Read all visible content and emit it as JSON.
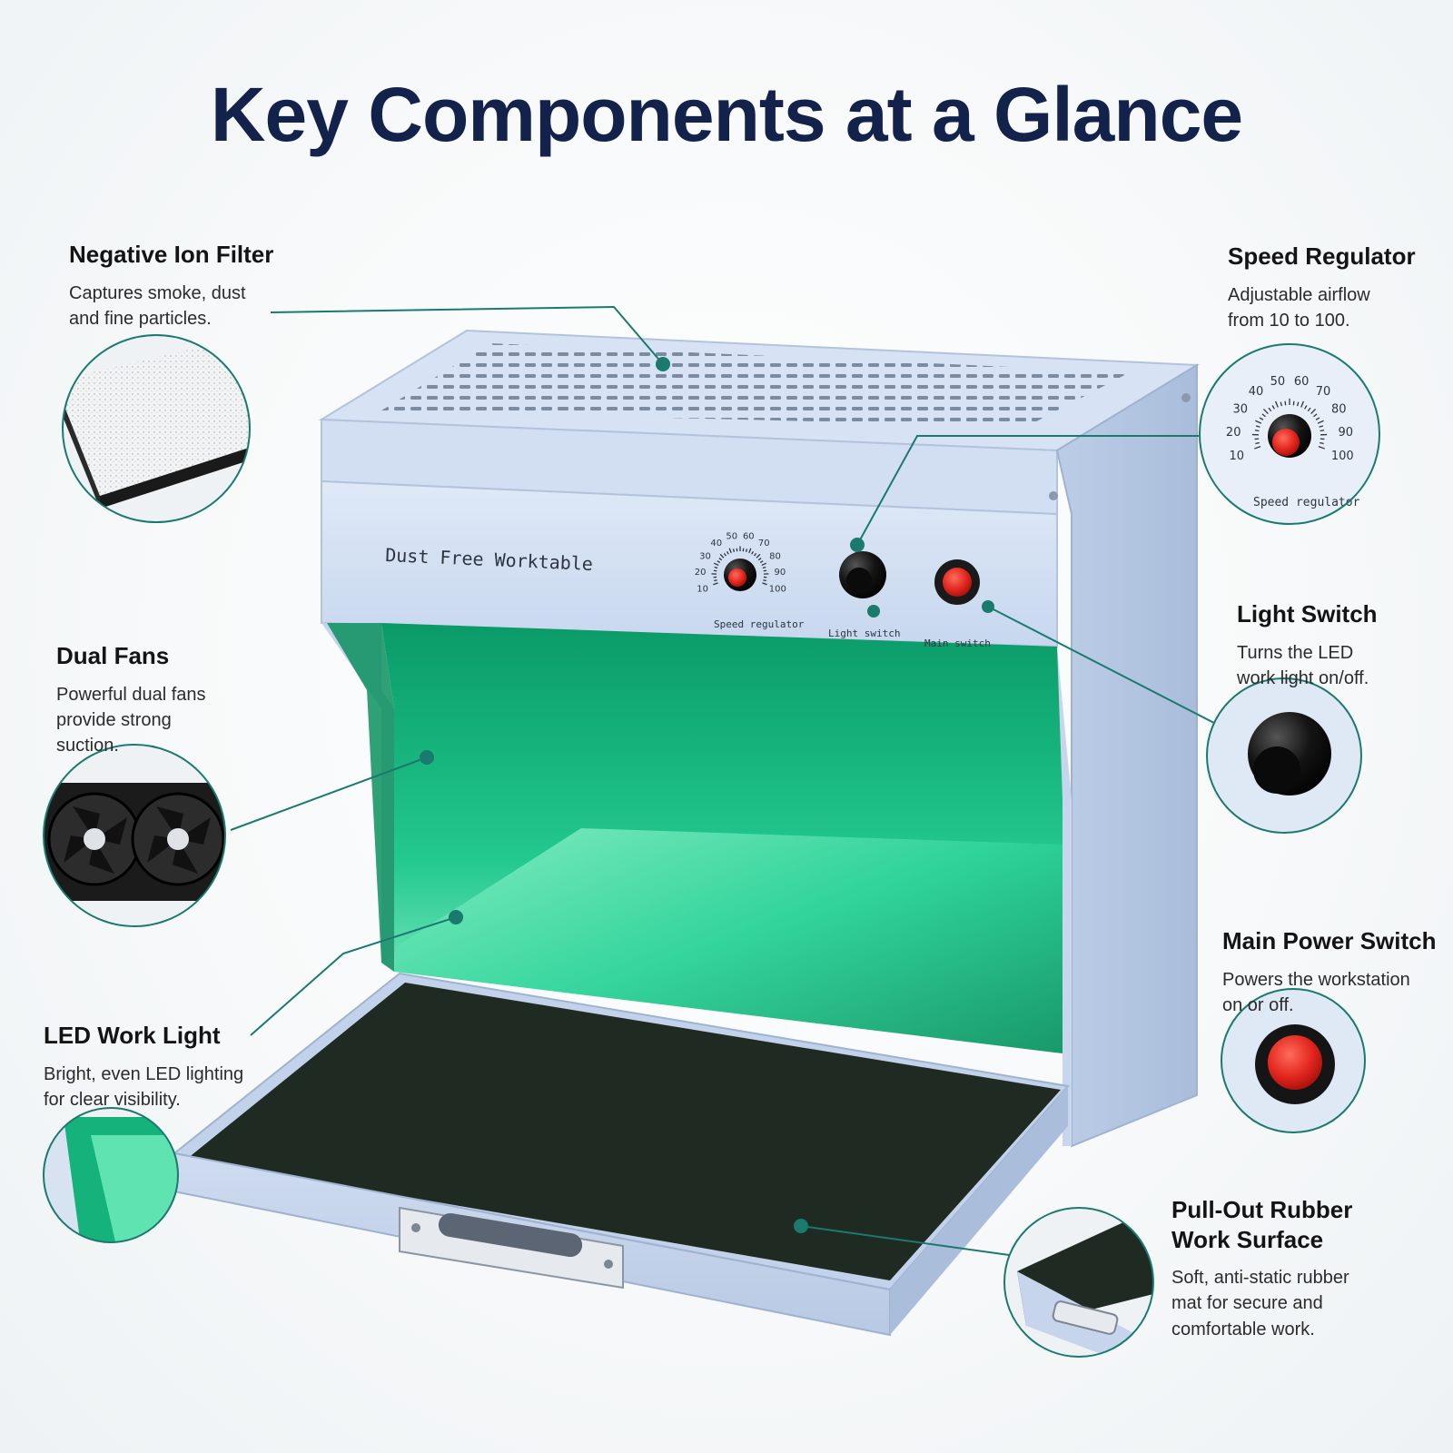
{
  "title": "Key Components at a Glance",
  "panel": {
    "brand": "Dust Free Worktable",
    "speed_label": "Speed regulator",
    "light_label": "Light switch",
    "main_label": "Main switch",
    "dial_ticks": [
      "10",
      "20",
      "30",
      "40",
      "50",
      "60",
      "70",
      "80",
      "90",
      "100"
    ]
  },
  "callouts": {
    "filter": {
      "title": "Negative Ion Filter",
      "desc": "Captures smoke, dust\nand fine particles."
    },
    "fans": {
      "title": "Dual Fans",
      "desc": "Powerful dual fans\nprovide strong\nsuction."
    },
    "led": {
      "title": "LED Work Light",
      "desc": "Bright, even LED lighting\nfor clear visibility."
    },
    "speed": {
      "title": "Speed Regulator",
      "desc": "Adjustable airflow\nfrom 10 to 100."
    },
    "light": {
      "title": "Light Switch",
      "desc": "Turns the LED\nwork light on/off."
    },
    "power": {
      "title": "Main Power Switch",
      "desc": "Powers the workstation\non or off."
    },
    "surface": {
      "title": "Pull-Out Rubber\nWork Surface",
      "desc": "Soft, anti-static rubber\nmat for secure and\ncomfortable work."
    }
  },
  "colors": {
    "title": "#13224a",
    "body": "#c9d9ef",
    "interior": "#10b07a",
    "mat": "#1f2a23",
    "accent_line": "#1b7a6e",
    "knob_red": "#e2261e"
  }
}
